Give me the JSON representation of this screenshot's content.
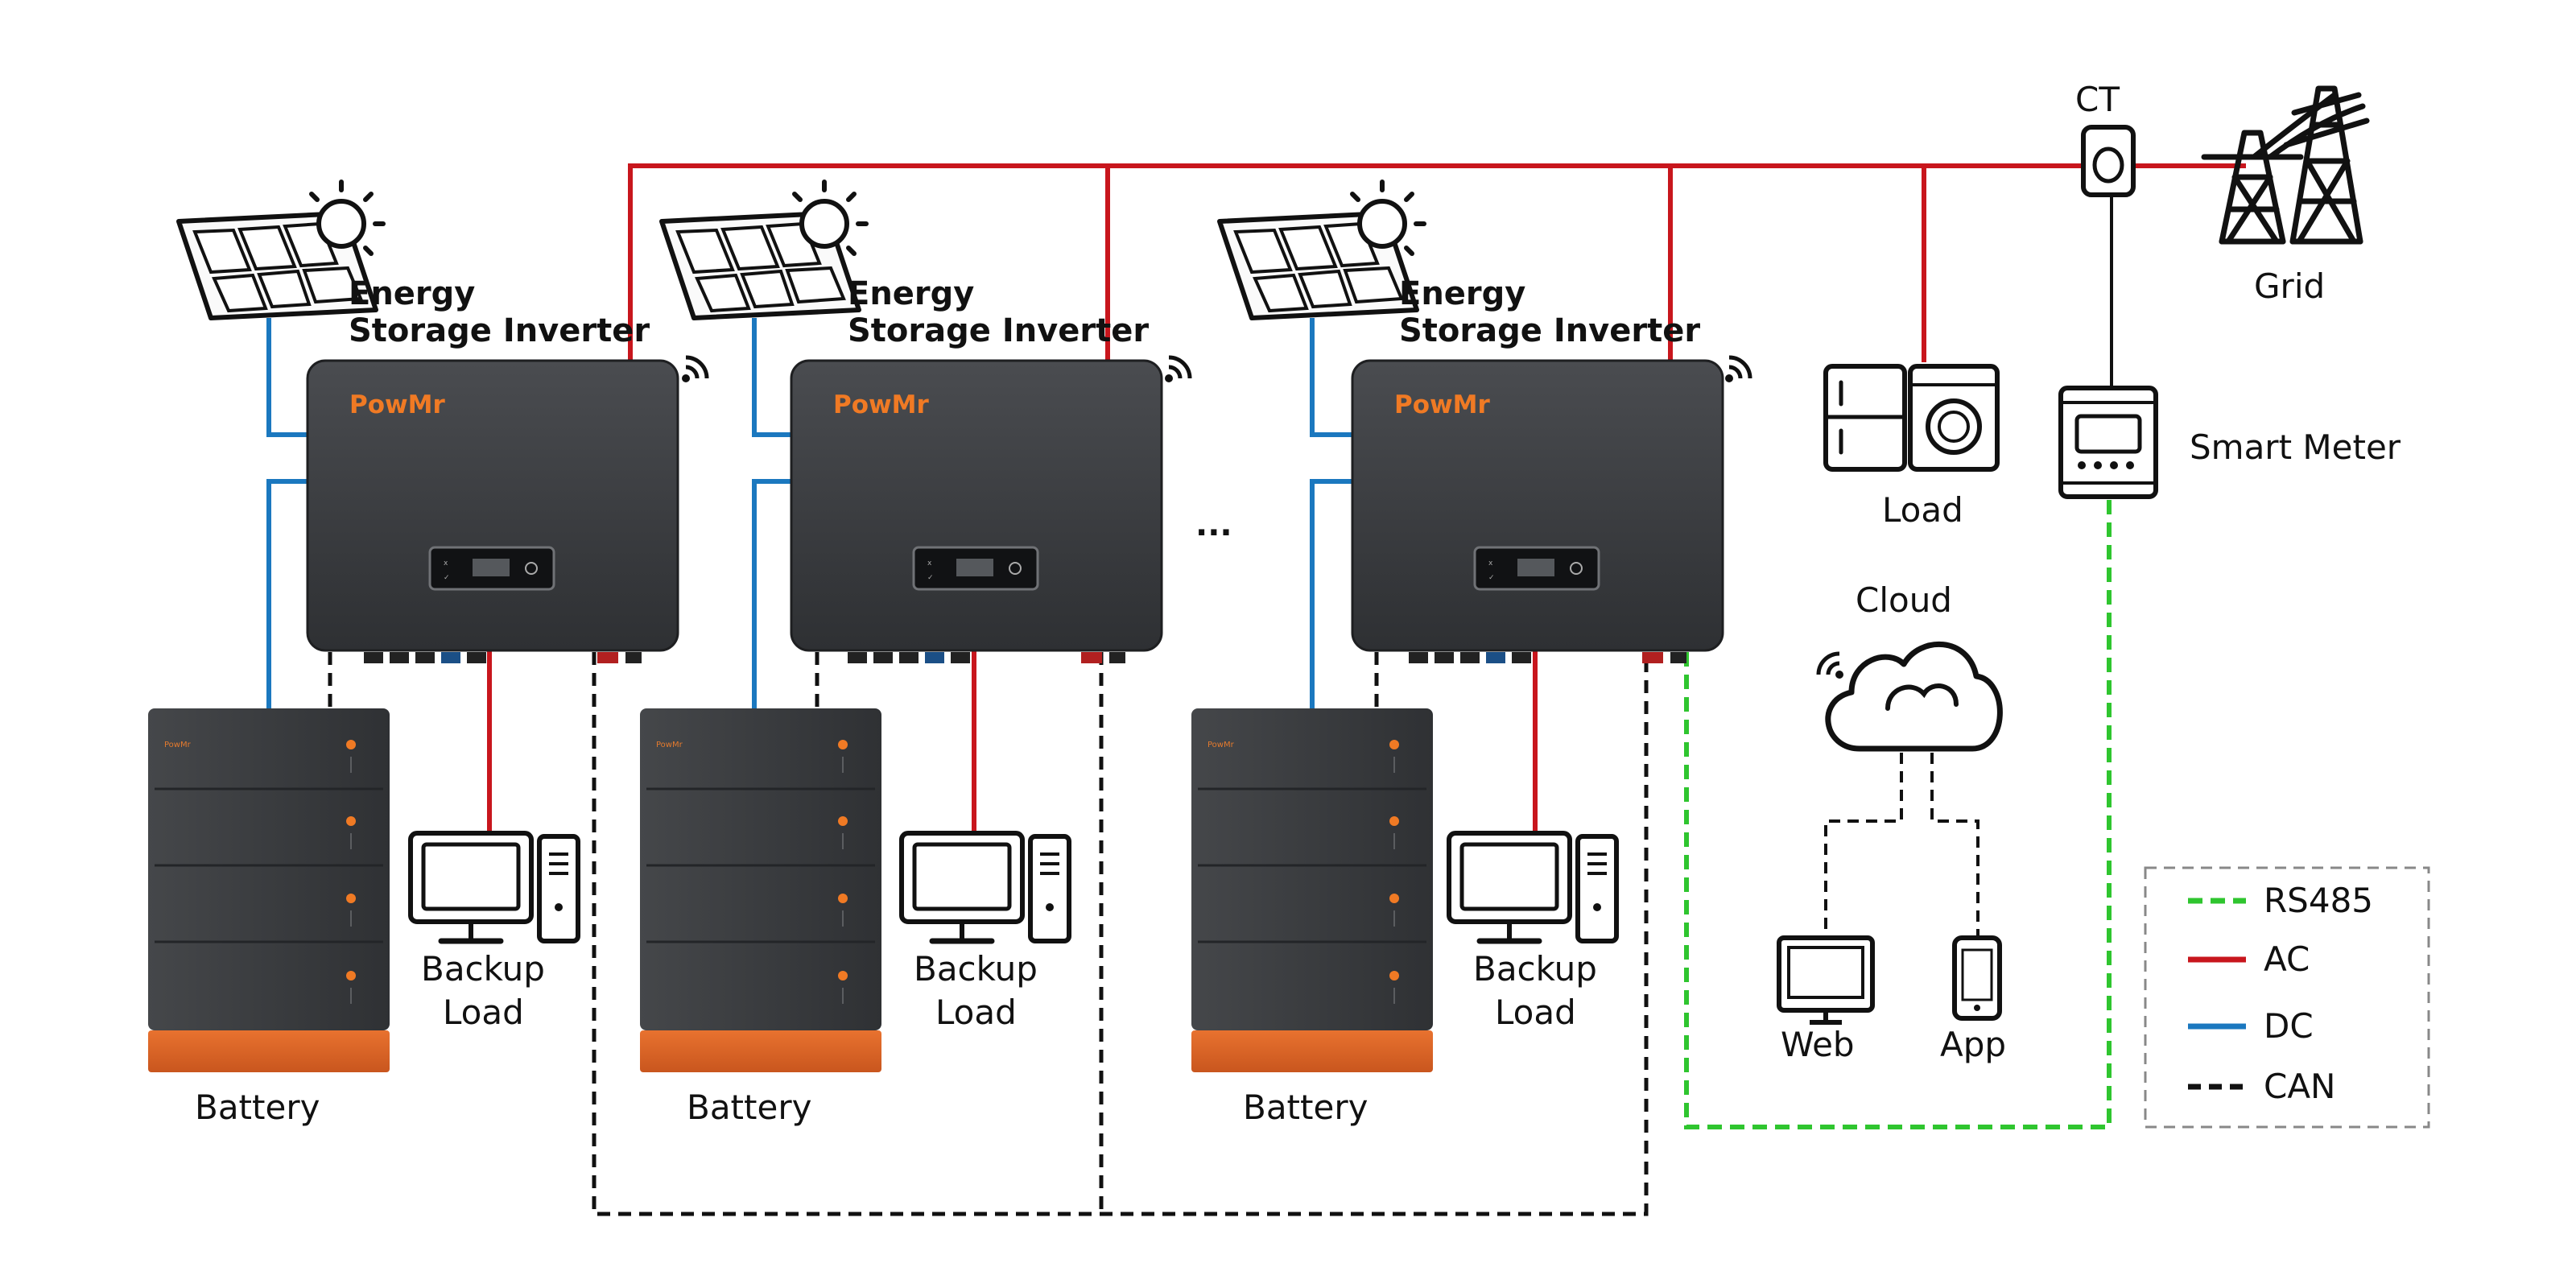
{
  "inverters": [
    {
      "label_line1": "Energy",
      "label_line2": "Storage Inverter",
      "brand": "PowMr"
    },
    {
      "label_line1": "Energy",
      "label_line2": "Storage Inverter",
      "brand": "PowMr"
    },
    {
      "label_line1": "Energy",
      "label_line2": "Storage Inverter",
      "brand": "PowMr"
    }
  ],
  "batteries": [
    {
      "label": "Battery",
      "brand": "PowMr"
    },
    {
      "label": "Battery",
      "brand": "PowMr"
    },
    {
      "label": "Battery",
      "brand": "PowMr"
    }
  ],
  "backup_loads": [
    {
      "line1": "Backup",
      "line2": "Load"
    },
    {
      "line1": "Backup",
      "line2": "Load"
    },
    {
      "line1": "Backup",
      "line2": "Load"
    }
  ],
  "ellipsis": "...",
  "ct_label": "CT",
  "grid_label": "Grid",
  "smart_meter_label": "Smart Meter",
  "load_label": "Load",
  "cloud_label": "Cloud",
  "web_label": "Web",
  "app_label": "App",
  "legend": [
    {
      "label": "RS485",
      "color": "#2fc52f",
      "style": "dashed"
    },
    {
      "label": "AC",
      "color": "#c8161d",
      "style": "solid"
    },
    {
      "label": "DC",
      "color": "#1b78bf",
      "style": "solid"
    },
    {
      "label": "CAN",
      "color": "#111111",
      "style": "dashed"
    }
  ],
  "colors": {
    "ac": "#c8161d",
    "dc": "#1b78bf",
    "rs485": "#2fc52f",
    "can": "#111111",
    "inverter_body": "#3b3d40",
    "battery_body": "#3a3c3f",
    "battery_base": "#e0662a",
    "brand": "#f07a24"
  }
}
